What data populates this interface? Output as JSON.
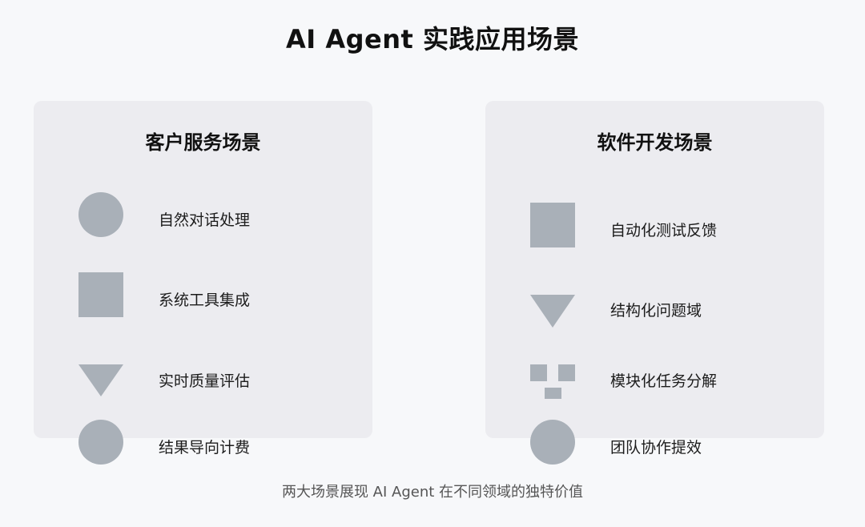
{
  "title": "AI Agent 实践应用场景",
  "colors": {
    "shape": "#a9b0b8",
    "panel": "#ececf0"
  },
  "left_panel": {
    "title": "客户服务场景",
    "items": [
      {
        "label": "自然对话处理",
        "icon": "circle-icon"
      },
      {
        "label": "系统工具集成",
        "icon": "square-icon"
      },
      {
        "label": "实时质量评估",
        "icon": "triangle-icon"
      },
      {
        "label": "结果导向计费",
        "icon": "circle-icon"
      }
    ]
  },
  "right_panel": {
    "title": "软件开发场景",
    "items": [
      {
        "label": "自动化测试反馈",
        "icon": "square-icon"
      },
      {
        "label": "结构化问题域",
        "icon": "triangle-icon"
      },
      {
        "label": "模块化任务分解",
        "icon": "blocks-icon"
      },
      {
        "label": "团队协作提效",
        "icon": "circle-icon"
      }
    ]
  },
  "caption": "两大场景展现 AI Agent 在不同领域的独特价值"
}
